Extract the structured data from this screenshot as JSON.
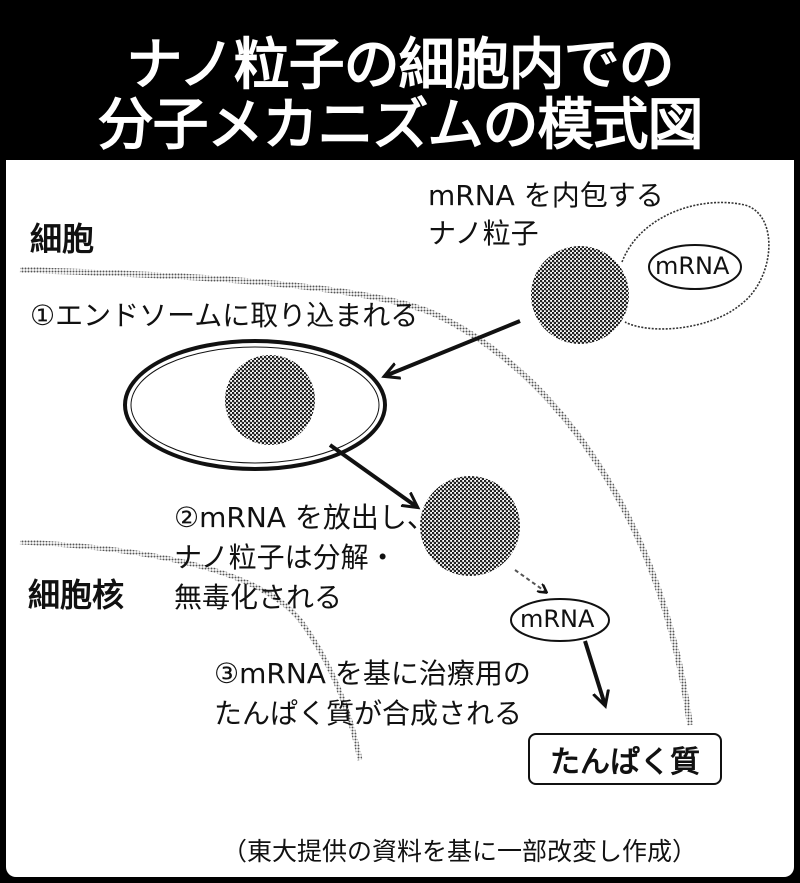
{
  "header": {
    "title_line1": "ナノ粒子の細胞内での",
    "title_line2": "分子メカニズムの模式図"
  },
  "labels": {
    "cell": "細胞",
    "nucleus": "細胞核",
    "nanoparticle_line1": "mRNA を内包する",
    "nanoparticle_line2": "ナノ粒子",
    "mrna_inner": "mRNA",
    "mrna_released": "mRNA",
    "protein": "たんぱく質"
  },
  "steps": [
    {
      "lines": [
        "①エンドソームに取り込まれる"
      ]
    },
    {
      "lines": [
        "②mRNA を放出し、",
        "ナノ粒子は分解・",
        "無毒化される"
      ]
    },
    {
      "lines": [
        "③mRNA を基に治療用の",
        "たんぱく質が合成される"
      ]
    }
  ],
  "source_note": "（東大提供の資料を基に一部改変し作成）",
  "colors": {
    "frame": "#000000",
    "background": "#ffffff",
    "halftone": "#555555"
  }
}
